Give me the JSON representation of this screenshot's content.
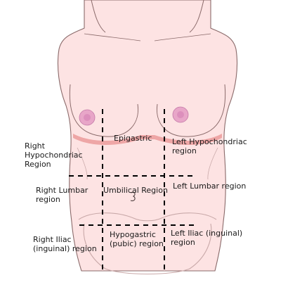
{
  "colors": {
    "skin": "#fde3e3",
    "outline": "#8a6a6a",
    "nipple": "#e8a6c8",
    "areola": "#dc8fbc",
    "ribs": "#eea6a6",
    "dash": "#000000"
  },
  "icons": [
    "torso-outline",
    "nipple",
    "navel",
    "pelvis-outline"
  ],
  "regions": {
    "right_hypochondriac": "Right\nHypochondriac\nRegion",
    "epigastric": "Epigastric",
    "left_hypochondriac": "Left Hypochondriac\nregion",
    "right_lumbar": "Right Lumbar\nregion",
    "umbilical": "Umbilical Region",
    "left_lumbar": "Left Lumbar region",
    "right_iliac": "Right Iliac\n(inguinal) region",
    "hypogastric": "Hypogastric\n(pubic) region",
    "left_iliac": "Left Iliac (inguinal)\nregion"
  }
}
